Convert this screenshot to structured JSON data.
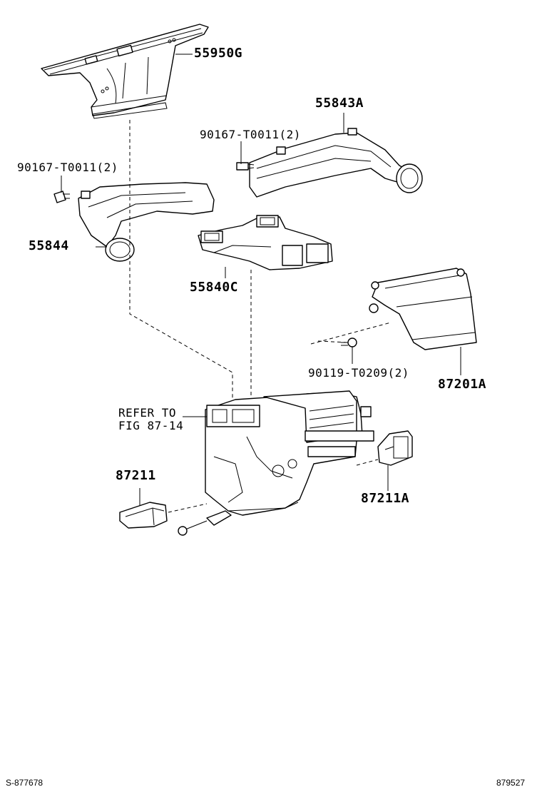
{
  "parts": {
    "duct_55950g": "55950G",
    "duct_55843a": "55843A",
    "screw_upper_right": "90167-T0011(2)",
    "screw_upper_left": "90167-T0011(2)",
    "duct_55844": "55844",
    "duct_55840c": "55840C",
    "screw_lower_right": "90119-T0209(2)",
    "duct_87201a": "87201A",
    "refer_line1": "REFER TO",
    "refer_line2": "FIG 87-14",
    "part_87211": "87211",
    "part_87211a": "87211A"
  },
  "footer": {
    "left_code": "S-877678",
    "right_code": "879527"
  }
}
